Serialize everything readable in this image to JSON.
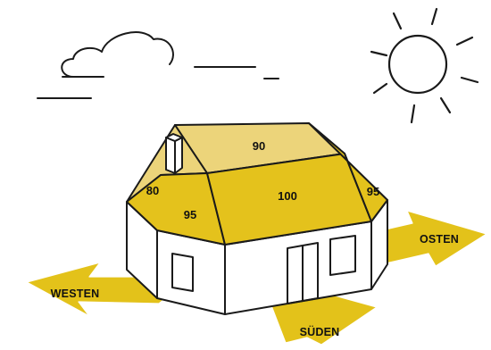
{
  "roof_values": {
    "north": "90",
    "south": "100",
    "east": "95",
    "west_upper": "80",
    "west_lower": "95"
  },
  "directions": {
    "west": "WESTEN",
    "south": "SÜDEN",
    "east": "OSTEN"
  },
  "icons": {
    "sun": "sun-icon",
    "cloud": "cloud-icon"
  },
  "colors": {
    "roof_main": "#e4c21c",
    "roof_light": "#ecd47a",
    "arrow": "#e3c21a",
    "outline": "#1a1a1a"
  }
}
